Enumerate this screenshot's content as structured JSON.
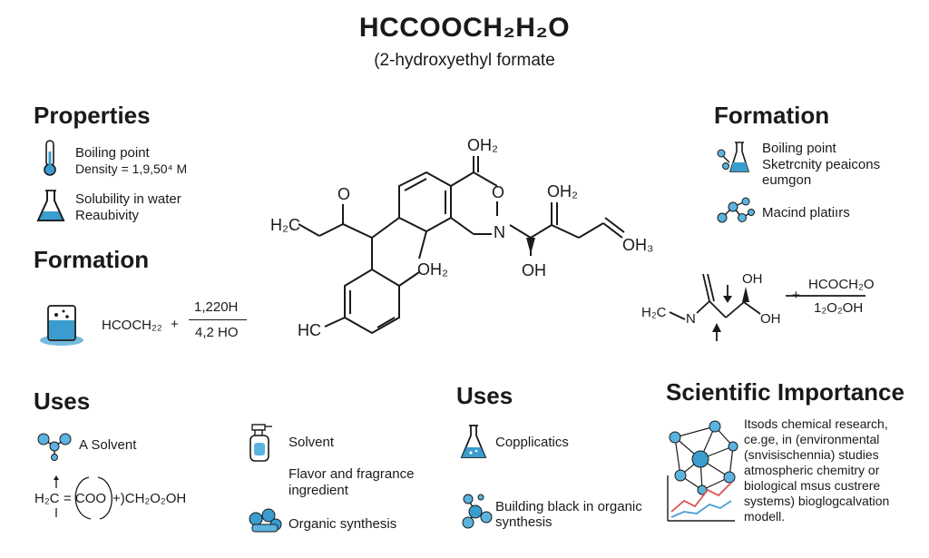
{
  "title": "HCCOOCH₂H₂O",
  "subtitle": "(2-hydroxyethyl formate",
  "properties": {
    "heading": "Properties",
    "line1": "Boiling point",
    "line2": "Density = 1,9,50⁴ M",
    "line3": "Solubility in water",
    "line4": "Reaubivity"
  },
  "formation_left": {
    "heading": "Formation",
    "reactant": "HCOCH₂₂",
    "plus": "+",
    "numerator": "1,220H",
    "denominator": "4,2 HO"
  },
  "formation_right": {
    "heading": "Formation",
    "line1": "Boiling point",
    "line2": "Sketrcnity peaicons",
    "line3": "eumgon",
    "line4": "Macind platiırs"
  },
  "molecule_labels": {
    "oh2_top": "OH₂",
    "o_right": "O",
    "oh2_mid": "OH₂",
    "o_left": "O",
    "h2c": "H₂C",
    "n": "N",
    "oh3": "OH₃",
    "oh2_low": "OH₂",
    "oh": "OH",
    "hc": "HC"
  },
  "reaction_right": {
    "h2c": "H₂C",
    "n": "N",
    "oh_top": "OH",
    "oh_bottom": "OH",
    "plus": "+",
    "numerator": "HCOCH₂O",
    "denominator": "1₂O₂OH"
  },
  "uses_left": {
    "heading": "Uses",
    "item1": "A Solvent",
    "eq_left": "H₂C",
    "eq_mid": "= COO",
    "eq_right": "+)CH₂O₂OH",
    "item2": "Solvent",
    "item3a": "Flavor and fragrance",
    "item3b": "ingredient",
    "item4": "Organic synthesis"
  },
  "uses_mid": {
    "heading": "Uses",
    "item1": "Copplicatics",
    "item2a": "Building black in organic",
    "item2b": "synthesis"
  },
  "science": {
    "heading": "Scientific Importance",
    "lines": [
      "Itsods chemical research,",
      "ce.ge, in (environmental",
      "(snvisischennia) studies",
      "atmospheric chemitry or",
      "biological msus custrere",
      "systems) bioglogcalvation",
      "modell."
    ]
  },
  "colors": {
    "liquid": "#3a9ccf",
    "node": "#5bb3e0",
    "chart_red": "#d9534f",
    "chart_blue": "#4a9fd4"
  },
  "icons": [
    "thermometer-icon",
    "flask-icon",
    "beaker-icon",
    "molecule-icon",
    "spray-bottle-icon",
    "conical-flask-icon",
    "network-icon",
    "line-chart-icon"
  ]
}
